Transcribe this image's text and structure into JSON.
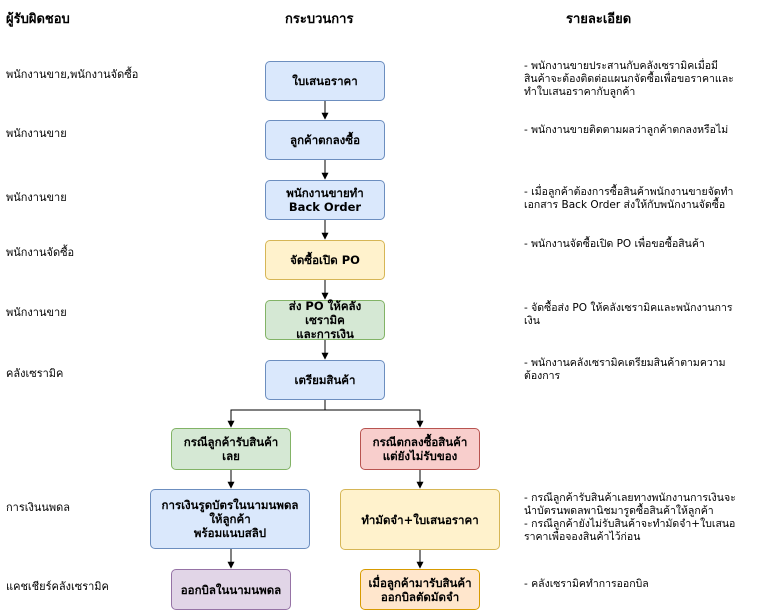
{
  "headers": {
    "responsible": "ผู้รับผิดชอบ",
    "process": "กระบวนการ",
    "details": "รายละเอียด"
  },
  "responsible": [
    "พนักงานขาย,พนักงานจัดซื้อ",
    "พนักงานขาย",
    "พนักงานขาย",
    "พนักงานจัดซื้อ",
    "พนักงานขาย",
    "คลังเซรามิค",
    "การเงินนพดล",
    "แคชเชียร์คลังเซรามิค"
  ],
  "boxes": {
    "quotation": [
      "ใบเสนอราคา"
    ],
    "customer_agree": [
      "ลูกค้าตกลงซื้อ"
    ],
    "back_order": [
      "พนักงานขายทำ",
      "Back Order"
    ],
    "open_po": [
      "จัดซื้อเปิด PO"
    ],
    "send_po": [
      "ส่ง PO ให้คลังเซรามิค",
      "และการเงิน"
    ],
    "prepare_goods": [
      "เตรียมสินค้า"
    ],
    "receive_now": [
      "กรณีลูกค้ารับสินค้า",
      "เลย"
    ],
    "not_receive": [
      "กรณีตกลงซื้อสินค้า",
      "แต่ยังไม่รับของ"
    ],
    "card_payment": [
      "การเงินรูดบัตรในนามนพดล",
      "ให้ลูกค้า",
      "พร้อมแนบสลิป"
    ],
    "deposit_quote": [
      "ทำมัดจำ+ใบเสนอราคา"
    ],
    "bill_nopadol": [
      "ออกบิลในนามนพดล"
    ],
    "bill_deposit": [
      "เมื่อลูกค้ามารับสินค้า",
      "ออกบิลตัดมัดจำ"
    ]
  },
  "details": {
    "d1": [
      "- พนักงานขายประสานกับคลังเซรามิคเมื่อมี",
      "สินค้าจะต้องติดต่อแผนกจัดซื้อเพื่อขอราคาและ",
      "ทำใบเสนอราคากับลูกค้า"
    ],
    "d2": [
      "- พนักงานขายติดตามผลว่าลูกค้าตกลงหรือไม่"
    ],
    "d3": [
      "- เมื่อลูกค้าต้องการซื้อสินค้าพนักงานขายจัดทำ",
      "เอกสาร Back Order ส่งให้กับพนักงานจัดซื้อ"
    ],
    "d4": [
      "- พนักงานจัดซื้อเปิด PO เพื่อขอซื้อสินค้า"
    ],
    "d5": [
      "- จัดซื้อส่ง PO ให้คลังเซรามิคและพนักงานการ",
      "เงิน"
    ],
    "d6": [
      "- พนักงานคลังเซรามิคเตรียมสินค้าตามความ",
      "ต้องการ"
    ],
    "d7": [
      "- กรณีลูกค้ารับสินค้าเลยทางพนักงานการเงินจะ",
      "นำบัตรนพดลพานิชมารูดซื้อสินค้าให้ลูกค้า",
      "- กรณีลูกค้ายังไม่รับสินค้าจะทำมัดจำ+ใบเสนอ",
      "ราคาเพื่อจองสินค้าไว้ก่อน"
    ],
    "d8": [
      "- คลังเซรามิคทำการออกบิล"
    ]
  }
}
